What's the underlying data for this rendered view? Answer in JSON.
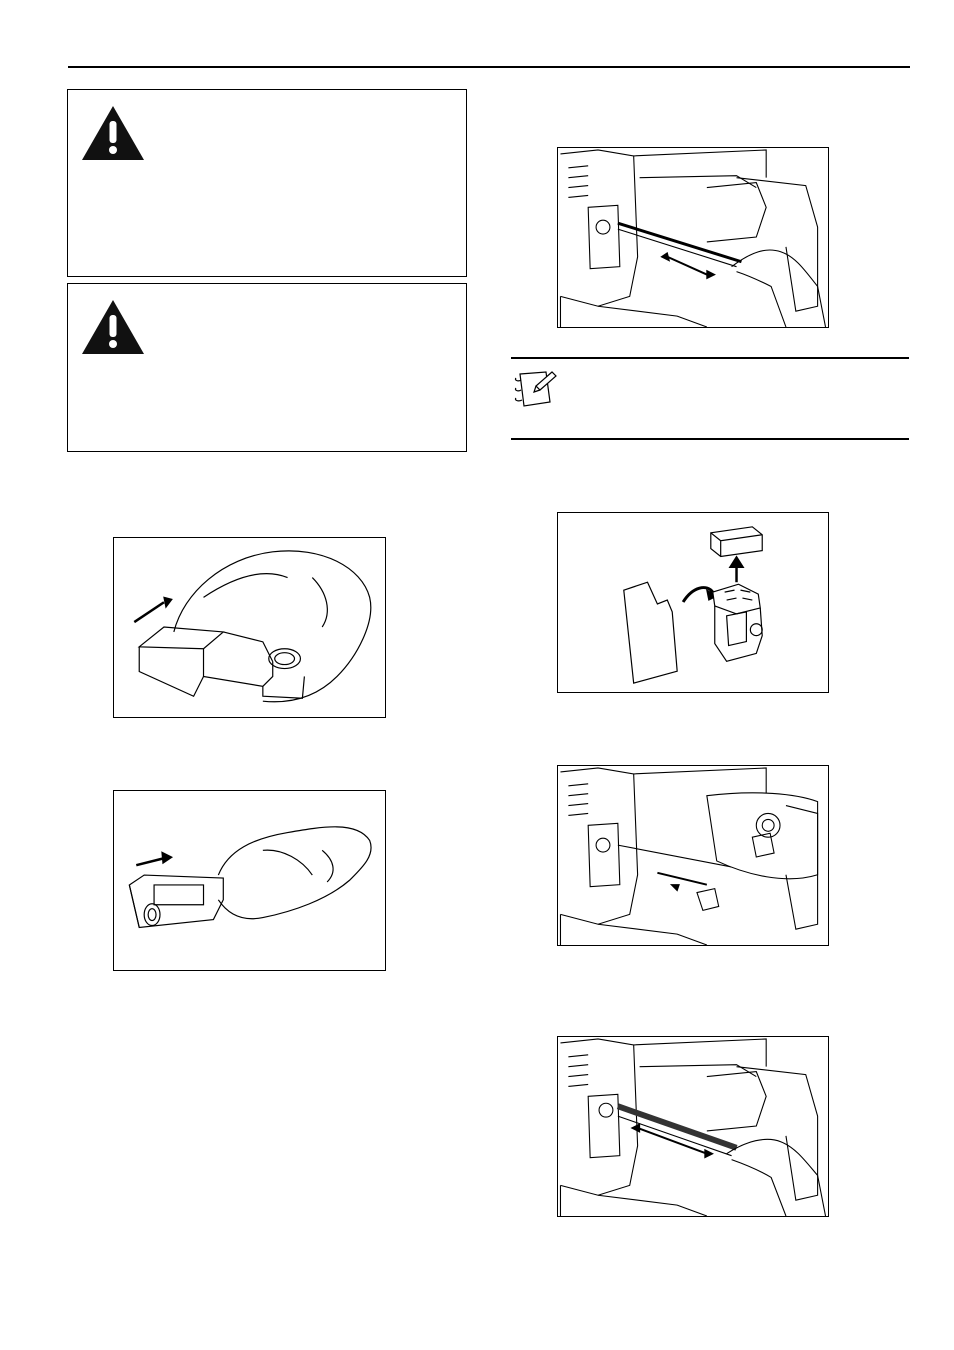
{
  "page": {
    "header_rule": true
  },
  "warnings": [
    {
      "icon": "warning-triangle-icon",
      "text": ""
    },
    {
      "icon": "warning-triangle-icon",
      "text": ""
    }
  ],
  "note": {
    "icon": "notepad-pencil-icon",
    "text": ""
  },
  "figures": [
    {
      "id": "toner-cartridge-in-bag"
    },
    {
      "id": "waste-toner-box-in-bag"
    },
    {
      "id": "pull-out-cleaning-rod"
    },
    {
      "id": "cap-waste-toner-box"
    },
    {
      "id": "insert-waste-toner-box"
    },
    {
      "id": "clean-charger-with-rod"
    }
  ]
}
